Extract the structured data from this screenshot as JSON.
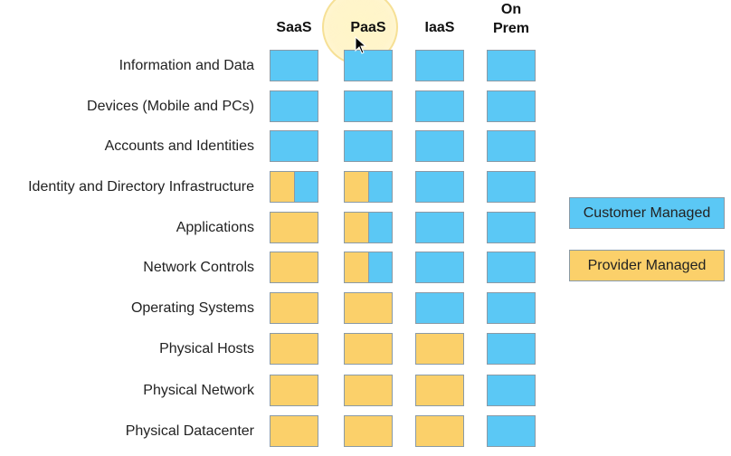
{
  "columns": [
    {
      "label": "SaaS"
    },
    {
      "label": "PaaS"
    },
    {
      "label": "IaaS"
    },
    {
      "label": "On\nPrem"
    }
  ],
  "rows": [
    {
      "label": "Information and Data",
      "cells": [
        0,
        0,
        0,
        0
      ]
    },
    {
      "label": "Devices (Mobile and PCs)",
      "cells": [
        0,
        0,
        0,
        0
      ]
    },
    {
      "label": "Accounts and Identities",
      "cells": [
        0,
        0,
        0,
        0
      ]
    },
    {
      "label": "Identity and Directory Infrastructure",
      "cells": [
        0.5,
        0.5,
        0,
        0
      ]
    },
    {
      "label": "Applications",
      "cells": [
        1,
        0.5,
        0,
        0
      ]
    },
    {
      "label": "Network Controls",
      "cells": [
        1,
        0.5,
        0,
        0
      ]
    },
    {
      "label": "Operating Systems",
      "cells": [
        1,
        1,
        0,
        0
      ]
    },
    {
      "label": "Physical Hosts",
      "cells": [
        1,
        1,
        1,
        0
      ]
    },
    {
      "label": "Physical Network",
      "cells": [
        1,
        1,
        1,
        0
      ]
    },
    {
      "label": "Physical Datacenter",
      "cells": [
        1,
        1,
        1,
        0
      ]
    }
  ],
  "legend": {
    "customer": {
      "label": "Customer Managed",
      "color": "#5bc8f5"
    },
    "provider": {
      "label": "Provider Managed",
      "color": "#fbd06a"
    }
  },
  "icons": {
    "cursor": "mouse-pointer-icon"
  }
}
